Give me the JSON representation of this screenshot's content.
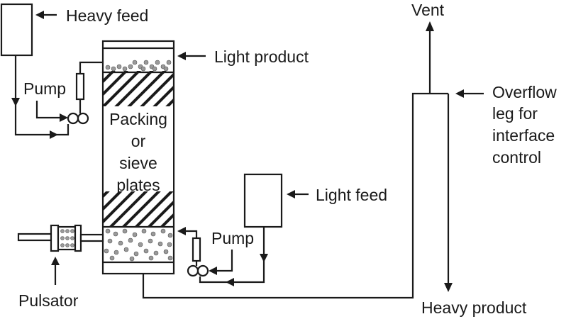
{
  "labels": {
    "heavy_feed": "Heavy feed",
    "light_product": "Light product",
    "pump_top": "Pump",
    "packing_1": "Packing",
    "packing_2": "or",
    "packing_3": "sieve",
    "packing_4": "plates",
    "vent": "Vent",
    "overflow_1": "Overflow",
    "overflow_2": "leg for",
    "overflow_3": "interface",
    "overflow_4": "control",
    "light_feed": "Light feed",
    "pump_bottom": "Pump",
    "pulsator": "Pulsator",
    "heavy_product": "Heavy product"
  },
  "colors": {
    "line": "#1a1a1a",
    "droplet": "#9a9a9a"
  }
}
